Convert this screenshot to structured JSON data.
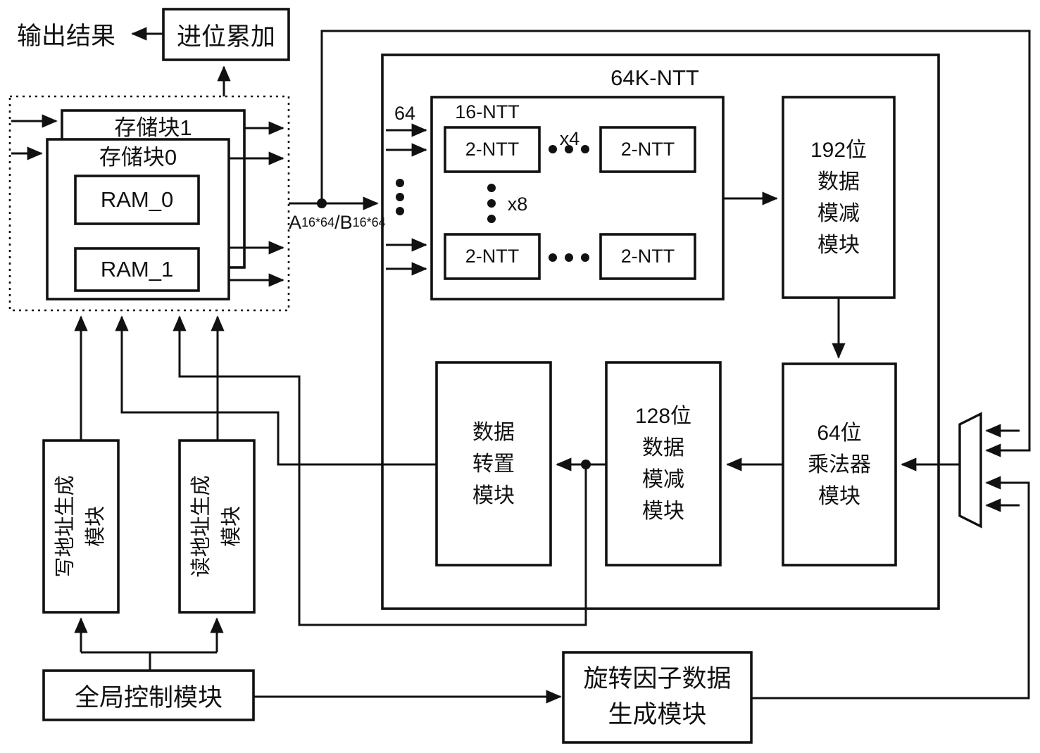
{
  "diagram": {
    "output_result": "输出结果",
    "carry_accumulate": "进位累加",
    "storage_block1": "存储块1",
    "storage_block0": "存储块0",
    "ram0": "RAM_0",
    "ram1": "RAM_1",
    "bus": {
      "a": "A",
      "a_sub": "16*64",
      "sep": "/",
      "b": "B",
      "b_sub": "16*64",
      "width_label": "64"
    },
    "ntt64k_title": "64K-NTT",
    "ntt16_title": "16-NTT",
    "ntt2": "2-NTT",
    "x4": "x4",
    "x8": "x8",
    "mod192": [
      "192位",
      "数据",
      "模减",
      "模块"
    ],
    "transpose": [
      "数据",
      "转置",
      "模块"
    ],
    "mod128": [
      "128位",
      "数据",
      "模减",
      "模块"
    ],
    "mult64": [
      "64位",
      "乘法器",
      "模块"
    ],
    "write_addr": [
      "写地址生成",
      "模块"
    ],
    "read_addr": [
      "读地址生成",
      "模块"
    ],
    "global_ctrl": "全局控制模块",
    "twiddle": [
      "旋转因子数据",
      "生成模块"
    ],
    "colors": {
      "line": "#111111",
      "background": "#ffffff"
    }
  }
}
